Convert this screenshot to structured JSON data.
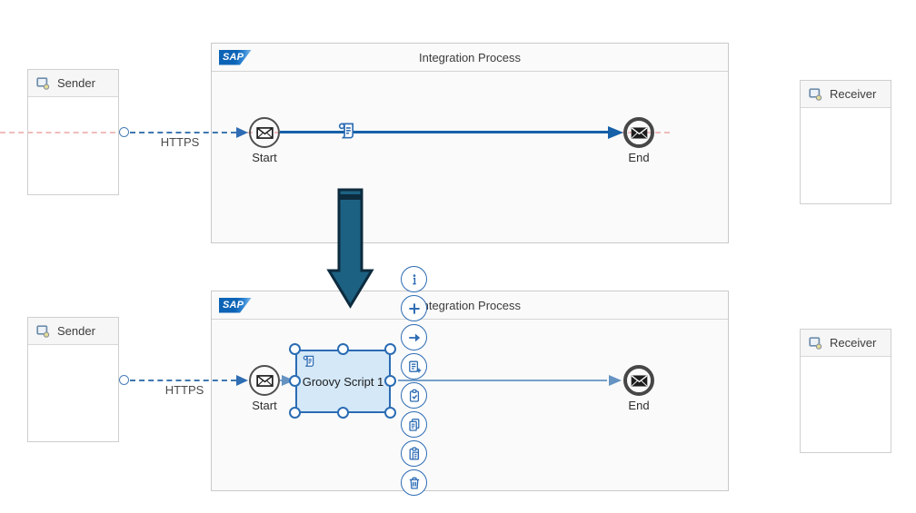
{
  "top_flow": {
    "sender": "Sender",
    "receiver": "Receiver",
    "process_title": "Integration Process",
    "sap_logo": "SAP",
    "https": "HTTPS",
    "start": "Start",
    "end": "End"
  },
  "bottom_flow": {
    "sender": "Sender",
    "receiver": "Receiver",
    "process_title": "Integration Process",
    "sap_logo": "SAP",
    "https": "HTTPS",
    "start": "Start",
    "end": "End",
    "script_step": "Groovy Script 1"
  },
  "context_menu": {
    "buttons": [
      {
        "name": "details",
        "icon": "info-icon"
      },
      {
        "name": "add",
        "icon": "plus-icon"
      },
      {
        "name": "connect",
        "icon": "arrow-right-icon"
      },
      {
        "name": "add-step",
        "icon": "document-plus-icon"
      },
      {
        "name": "validate",
        "icon": "clipboard-check-icon"
      },
      {
        "name": "copy",
        "icon": "copy-icon"
      },
      {
        "name": "paste",
        "icon": "paste-icon"
      },
      {
        "name": "delete",
        "icon": "trash-icon"
      }
    ]
  },
  "colors": {
    "accent_blue": "#2e6db4",
    "strong_flow_blue": "#1660a8",
    "light_flow_blue": "#77a1cb",
    "dashed_connection_blue": "#3f77b0",
    "pink_guide_line": "#f0bcbc",
    "selection_fill": "#d4e8f8",
    "selection_border": "#2b6cb3",
    "transition_arrow_fill": "#1c6182",
    "transition_arrow_outline": "#0d2b3e",
    "node_ring_gray": "#4a4a4a",
    "sap_logo_blue": "#0c63b6"
  }
}
